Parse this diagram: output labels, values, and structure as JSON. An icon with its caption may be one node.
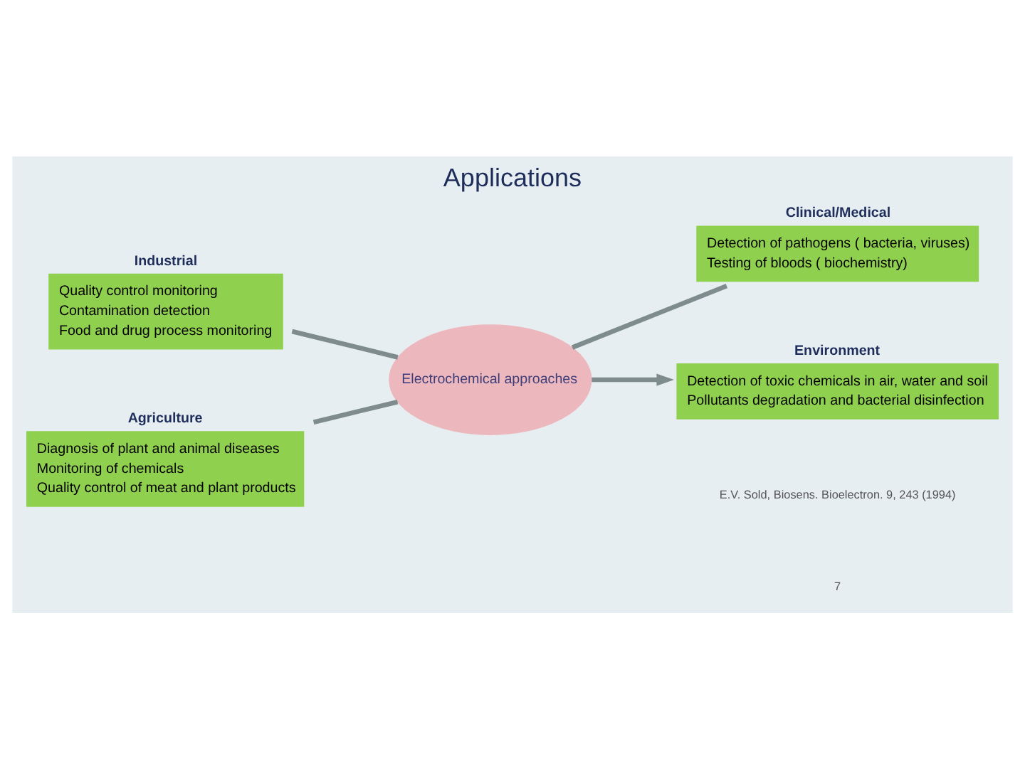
{
  "diagram": {
    "title": "Applications",
    "nodes": [
      {
        "text": [
          "Industrial",
          "Quality control monitoring",
          "Contamination detection",
          "Food and drug process monitoring"
        ]
      },
      {
        "text": [
          "Clinical/Medical",
          "Detection of pathogens ( bacteria, viruses)",
          "Testing of bloods ( biochemistry)"
        ]
      },
      {
        "text": [
          "Electrochemical approaches"
        ]
      },
      {
        "text": [
          "Agriculture",
          "Diagnosis of plant and animal diseases",
          "Monitoring of chemicals",
          "Quality control of meat and plant products"
        ]
      },
      {
        "text": [
          "Environment",
          "Detection of toxic chemicals in air, water and soil",
          "Pollutants degradation and bacterial disinfection"
        ]
      }
    ],
    "edges": [
      {
        "from": 0,
        "to": 2,
        "arrow": "none"
      },
      {
        "from": 2,
        "to": 1,
        "arrow": "none"
      },
      {
        "from": 3,
        "to": 2,
        "arrow": "none"
      },
      {
        "from": 2,
        "to": 4,
        "arrow": "to"
      }
    ],
    "labels": [
      "E.V. Sold, Biosens. Bioelectron. 9, 243 (1994)",
      "7"
    ]
  }
}
